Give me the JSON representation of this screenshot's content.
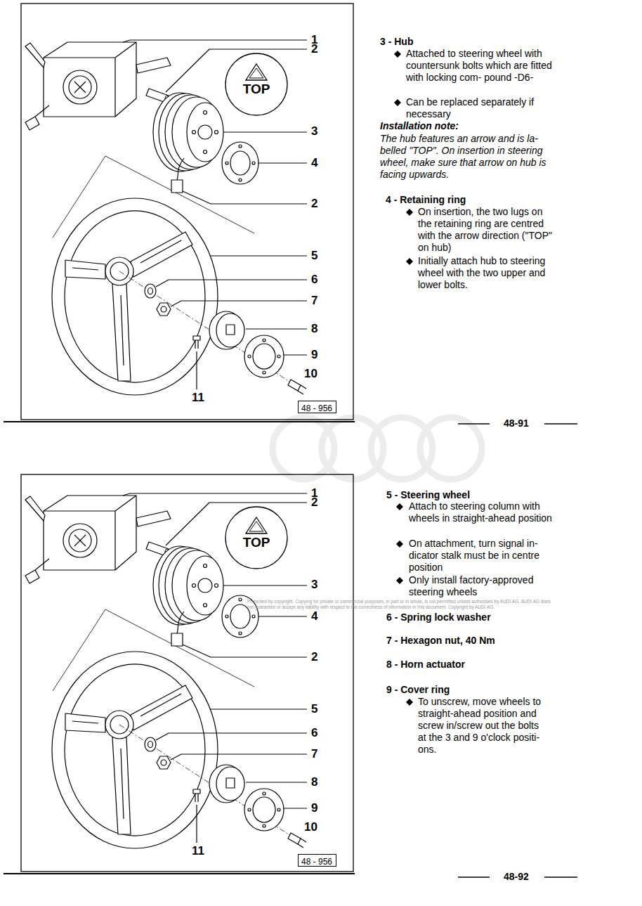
{
  "diagram": {
    "nodes": [
      {
        "text": [
          "TOP"
        ]
      },
      {
        "text": [
          "48 - 956"
        ]
      },
      {
        "text": [
          "TOP"
        ]
      },
      {
        "text": [
          "48 - 956"
        ]
      }
    ],
    "labels": [
      "1",
      "2",
      "3",
      "4",
      "2",
      "5",
      "6",
      "7",
      "8",
      "9",
      "10",
      "11",
      "3 - Hub",
      "Attached to steering wheel with countersunk bolts which are fitted with locking com- pound -D6-",
      "Can be replaced separately if necessary",
      "Installation note:",
      "The hub features an arrow and is la- belled \"TOP\". On insertion in steering wheel, make sure that arrow on hub is facing upwards.",
      "4 - Retaining ring",
      "On insertion, the two lugs on the retaining ring are centred with the arrow direction (\"TOP\" on hub)",
      "Initially attach hub to steering wheel with the two upper and lower bolts.",
      "48-91",
      "1",
      "2",
      "3",
      "4",
      "2",
      "5",
      "6",
      "7",
      "8",
      "9",
      "10",
      "11",
      "5 - Steering wheel",
      "Attach to steering column with wheels in straight-ahead position",
      "On attachment, turn signal in- dicator stalk must be in centre position",
      "Only install factory-approved steering wheels",
      "Protected by copyright. Copying for private or commercial purposes, in part or in whole, is not permitted unless authorised by AUDI AG. AUDI AG does not guarantee or accept any liability with respect to the correctness of information in this document. Copyright by AUDI AG.",
      "6 - Spring lock washer",
      "7 - Hexagon nut, 40 Nm",
      "8 - Horn actuator",
      "9 - Cover ring",
      "To unscrew, move wheels to straight-ahead position and screw in/screw out the bolts at the 3 and 9 o'clock positi- ons.",
      "48-92"
    ]
  }
}
